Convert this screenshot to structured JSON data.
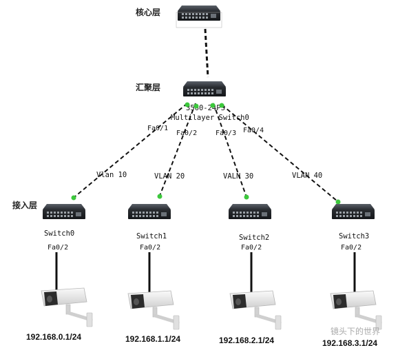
{
  "layers": {
    "core": "核心层",
    "aggregation": "汇聚层",
    "access": "接入层"
  },
  "multilayer_switch": {
    "model": "3560-24PS",
    "name": "Multilayer Switch0",
    "ports": [
      "Fa0/1",
      "Fa0/2",
      "Fa0/3",
      "Fa0/4"
    ]
  },
  "vlans": [
    "Vlan 10",
    "VLAN 20",
    "VALN 30",
    "VLAN 40"
  ],
  "access_switches": [
    {
      "name": "Switch0",
      "port": "Fa0/2",
      "ip": "192.168.0.1/24"
    },
    {
      "name": "Switch1",
      "port": "Fa0/2",
      "ip": "192.168.1.1/24"
    },
    {
      "name": "Switch2",
      "port": "Fa0/2",
      "ip": "192.168.2.1/24"
    },
    {
      "name": "Switch3",
      "port": "Fa0/2",
      "ip": "192.168.3.1/24"
    }
  ],
  "watermark": "镜头下的世界",
  "colors": {
    "link_dot": "#3cc83c",
    "device": "#2f3338",
    "line": "#111111"
  }
}
